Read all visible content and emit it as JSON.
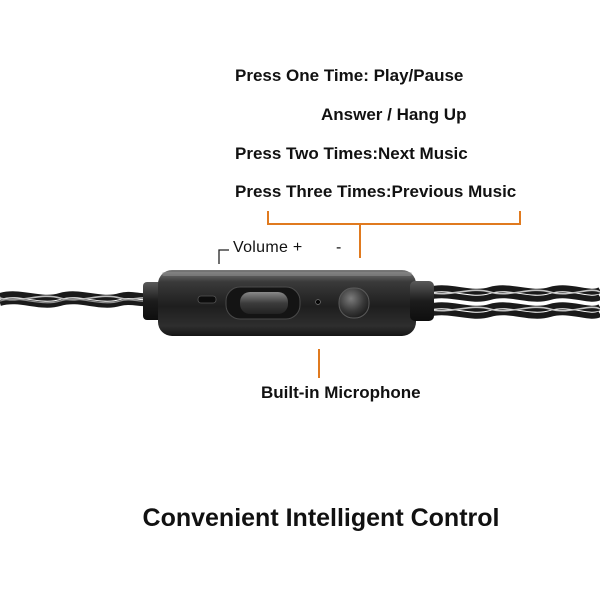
{
  "instructions": {
    "line_1": "Press One Time: Play/Pause",
    "line_2": "Answer / Hang Up",
    "line_3": "Press Two Times:Next Music",
    "line_4": "Press Three Times:Previous Music"
  },
  "volume": {
    "label": "Volume +",
    "minus": "-"
  },
  "microphone": {
    "label": "Built-in Microphone"
  },
  "caption": "Convenient Intelligent Control",
  "colors": {
    "callout_line": "#e07a1f",
    "text": "#111111",
    "cable": "#1a1a1a",
    "cable_highlight": "#bcbcbc",
    "remote_body": "#2b2b2b",
    "remote_highlight": "#6a6a6a"
  }
}
